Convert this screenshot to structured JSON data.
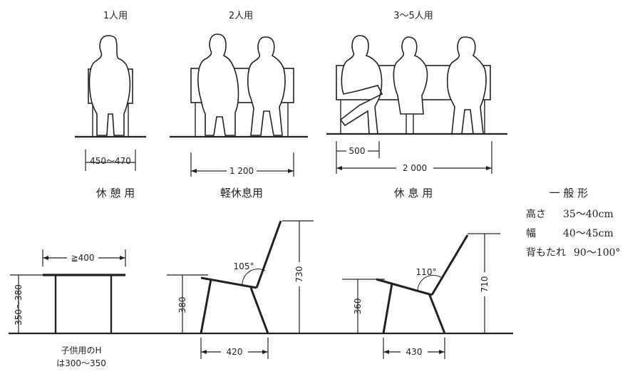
{
  "top": {
    "headers": {
      "one": "1人用",
      "two": "2人用",
      "three": "3～5人用"
    },
    "dims": {
      "single_width": "450～470",
      "double_width": "1 200",
      "triple_seat": "500",
      "triple_width": "2 000"
    },
    "captions": {
      "rest": "休 憩 用",
      "light_rest": "軽休息用",
      "relax": "休 息 用"
    }
  },
  "bottom": {
    "stool": {
      "width": "≧400",
      "height": "350～380",
      "note_line1": "子供用のH",
      "note_line2": "は300～350"
    },
    "chair_a": {
      "angle": "105°",
      "seat_height": "380",
      "back_height": "730",
      "depth": "420"
    },
    "chair_b": {
      "angle": "110°",
      "seat_height": "360",
      "back_height": "710",
      "depth": "430"
    }
  },
  "general": {
    "title": "一 般 形",
    "rows": [
      {
        "label": "高さ",
        "value": "35～40cm"
      },
      {
        "label": "幅",
        "value": "40～45cm"
      },
      {
        "label": "背もたれ",
        "value": "90～100°"
      }
    ]
  }
}
